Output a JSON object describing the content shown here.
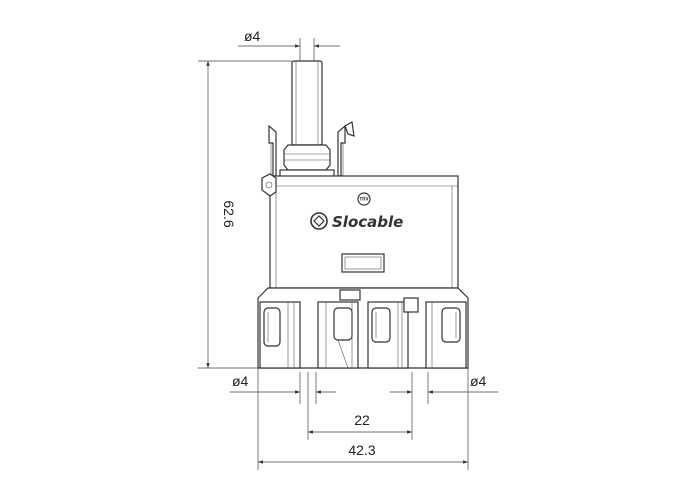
{
  "brand": {
    "name": "Slocable",
    "certification_mark": "TÜV"
  },
  "dimensions": {
    "top_pin_diameter": "ø4",
    "overall_height": "62.6",
    "left_pin_diameter": "ø4",
    "right_pin_diameter": "ø4",
    "pin_spacing": "22",
    "overall_width": "42.3"
  },
  "colors": {
    "line": "#333333",
    "background": "#ffffff"
  }
}
